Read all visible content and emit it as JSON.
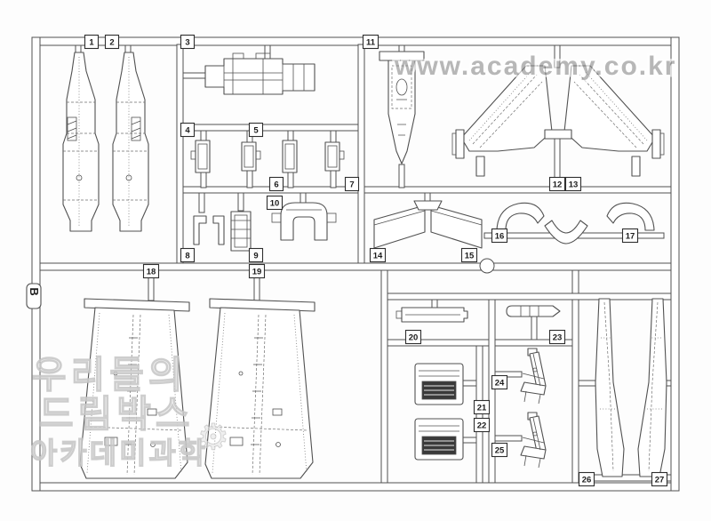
{
  "sprue": {
    "letter": "B"
  },
  "watermarks": {
    "site": "www.academy.co.kr",
    "korean_lines": [
      "우리들의",
      "드림박스",
      "아카데미과학"
    ],
    "gear_icon": "⚙"
  },
  "part_labels": [
    "1",
    "2",
    "3",
    "4",
    "5",
    "6",
    "7",
    "8",
    "9",
    "10",
    "11",
    "12",
    "13",
    "14",
    "15",
    "16",
    "17",
    "18",
    "19",
    "20",
    "21",
    "22",
    "23",
    "24",
    "25",
    "26",
    "27"
  ],
  "colors": {
    "line": "#515151",
    "grille_fill": "#3a3a3a",
    "site_watermark": "#8d8d8d",
    "korean_watermark": "#e8e8e8"
  }
}
